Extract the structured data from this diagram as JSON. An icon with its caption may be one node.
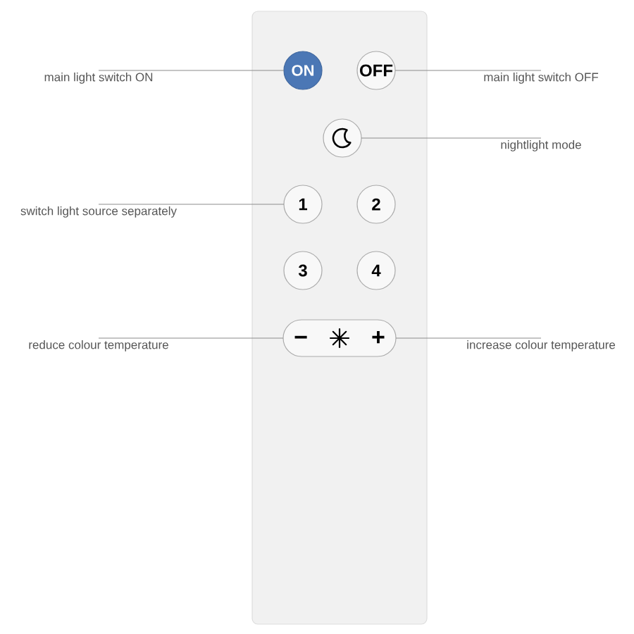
{
  "diagram": {
    "nodes": [
      {
        "text": [],
        "shape": "box"
      },
      {
        "text": [
          "main light switch ON"
        ]
      },
      {
        "text": [
          "ON"
        ],
        "in": 0
      },
      {
        "text": [
          "OFF"
        ],
        "in": 0
      },
      {
        "text": [
          "main light switch OFF"
        ]
      },
      {
        "text": [],
        "shape": "circle",
        "in": 0
      },
      {
        "text": [
          "nightlight mode"
        ]
      },
      {
        "text": [
          "switch light source separately"
        ]
      },
      {
        "text": [
          "1"
        ],
        "in": 0
      },
      {
        "text": [
          "2"
        ],
        "in": 0
      },
      {
        "text": [
          "3"
        ],
        "in": 0
      },
      {
        "text": [
          "4"
        ],
        "in": 0
      },
      {
        "text": [
          "reduce colour temperature"
        ]
      },
      {
        "text": [
          "−",
          "+"
        ],
        "in": 0
      },
      {
        "text": [
          "increase colour temperature"
        ]
      }
    ],
    "edges": [
      {
        "from": 1,
        "to": 2,
        "arrow": "none"
      },
      {
        "from": 4,
        "to": 3,
        "arrow": "none"
      },
      {
        "from": 6,
        "to": 5,
        "arrow": "none"
      },
      {
        "from": 7,
        "to": 8,
        "arrow": "none"
      },
      {
        "from": 12,
        "to": 13,
        "arrow": "none"
      },
      {
        "from": 14,
        "to": 13,
        "arrow": "none"
      }
    ]
  }
}
